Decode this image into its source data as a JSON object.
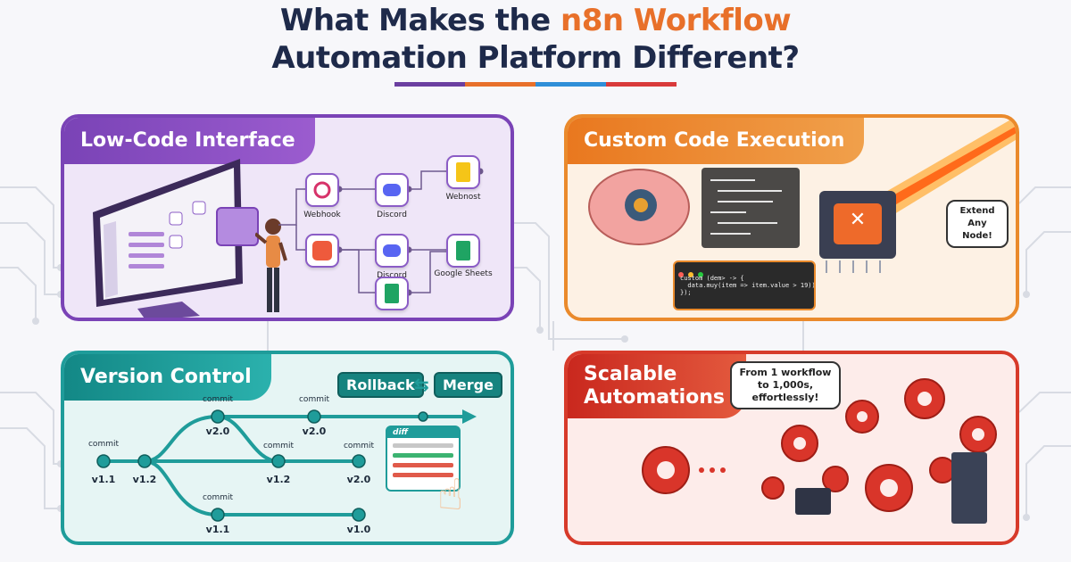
{
  "header": {
    "title_line1_prefix": "What Makes the ",
    "title_line1_accent": "n8n Workflow",
    "title_line2": "Automation Platform Different?",
    "underline_colors": [
      "#6b3fa0",
      "#e8702a",
      "#2f8fd8",
      "#d93a3a"
    ]
  },
  "lowcode": {
    "title": "Low-Code Interface",
    "nodes": {
      "webhook": "Webhook",
      "discord_top": "Discord",
      "webnost": "Webnost",
      "discord_bottom": "Discord",
      "google_sheets": "Google Sheets"
    },
    "accent": "#7a43b6"
  },
  "custom": {
    "title": "Custom Code Execution",
    "callout": "Extend Any Node!",
    "code_snippet": "custom (dem> -> {\n  data.muy(item => item.value > 19))\n});",
    "accent": "#ea8a2c"
  },
  "version": {
    "title": "Version Control",
    "rollback": "Rollback",
    "merge": "Merge",
    "diff_label": "diff",
    "commit_label": "commit",
    "versions": {
      "v11_left": "v1.1",
      "v12_left": "v1.2",
      "v20_top": "v2.0",
      "v20_top_right": "v2.0",
      "v12_mid": "v1.2",
      "v20_mid": "v2.0",
      "v11_bottom": "v1.1",
      "v10_bottom": "v1.0"
    },
    "accent": "#1f9c9a"
  },
  "scale": {
    "title": "Scalable Automations",
    "bubble": "From 1 workflow to 1,000s, effortlessly!",
    "accent": "#d73a2a"
  }
}
